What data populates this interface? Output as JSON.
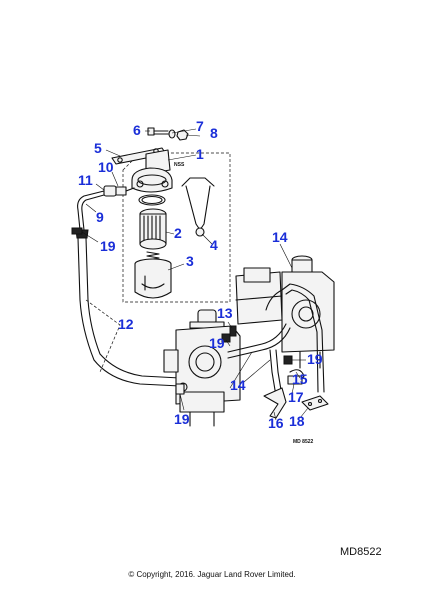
{
  "diagram_code": "MD8522",
  "inset_code": "MD 8522",
  "nss_label": "NSS",
  "copyright": "© Copyright, 2016. Jaguar Land Rover Limited.",
  "callouts": [
    "1",
    "2",
    "3",
    "4",
    "5",
    "6",
    "7",
    "8",
    "9",
    "10",
    "11",
    "12",
    "13",
    "14",
    "14",
    "15",
    "16",
    "17",
    "18",
    "19",
    "19",
    "19",
    "19"
  ]
}
